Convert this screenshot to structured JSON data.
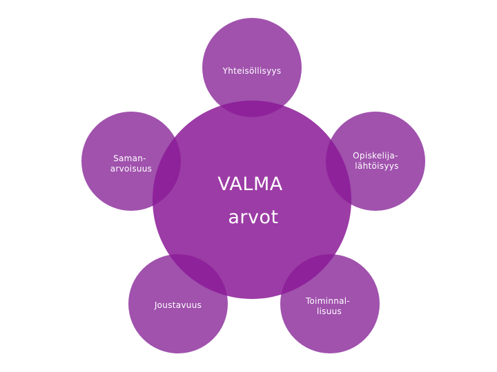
{
  "colors": {
    "center_fill": "#8b1a96",
    "satellite_fill": "#a052ad",
    "text": "#ffffff"
  },
  "center": {
    "line1": "VALMA",
    "line2": "arvot"
  },
  "satellites": {
    "top": {
      "lines": [
        "Yhteisöllisyys"
      ]
    },
    "right": {
      "lines": [
        "Opiskelija-",
        "lähtöisyys"
      ]
    },
    "bottom_right": {
      "lines": [
        "Toiminnal-",
        "lisuus"
      ]
    },
    "bottom_left": {
      "lines": [
        "Joustavuus"
      ]
    },
    "left": {
      "lines": [
        "Saman-",
        "arvoisuus"
      ]
    }
  }
}
